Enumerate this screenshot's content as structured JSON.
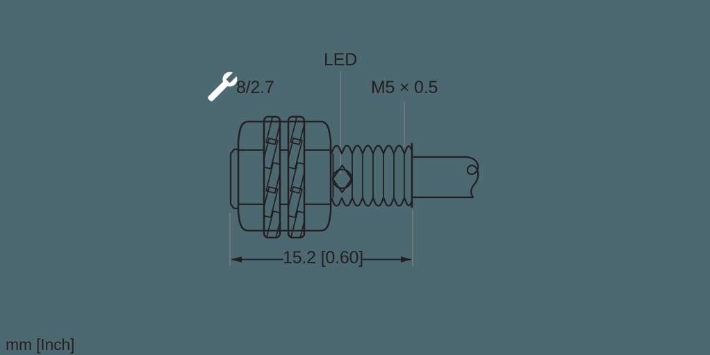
{
  "colors": {
    "background": "#4C6870",
    "line": "#231F20",
    "guide_line": "#7A7A7A",
    "wrench_fill": "#FFFFFF"
  },
  "labels": {
    "led": "LED",
    "thread_spec": "M5 × 0.5",
    "wrench_size": "8/2.7",
    "length_dimension": "15.2 [0.60]",
    "units_note": "mm [Inch]"
  },
  "icons": {
    "wrench": "open-end-wrench"
  }
}
